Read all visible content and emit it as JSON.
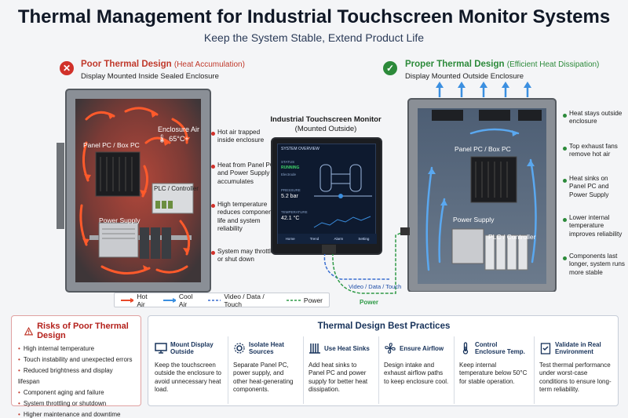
{
  "header": {
    "title": "Thermal Management for Industrial Touchscreen Monitor Systems",
    "subtitle": "Keep the System Stable, Extend Product Life"
  },
  "poor": {
    "heading_main": "Poor Thermal Design",
    "heading_note": "(Heat Accumulation)",
    "subheading": "Display Mounted Inside Sealed Enclosure",
    "enclosure_air_label": "Enclosure Air",
    "enclosure_air_temp": "65°C+",
    "panel_pc": "Panel PC / Box PC",
    "plc": "PLC / Controller",
    "power_supply": "Power Supply",
    "callouts": [
      "Hot air trapped\ninside enclosure",
      "Heat from Panel PC\nand Power Supply\naccumulates",
      "High temperature\nreduces component\nlife and system\nreliability",
      "System may throttle\nor shut down"
    ]
  },
  "monitor": {
    "title": "Industrial Touchscreen Monitor",
    "subtitle": "(Mounted Outside)",
    "screen_title": "SYSTEM OVERVIEW",
    "status_label": "STATUS",
    "status_value": "RUNNING",
    "sub_status": "Electrode",
    "pressure_label": "PRESSURE",
    "pressure_value": "5.2 bar",
    "temp_label": "TEMPERATURE",
    "temp_value": "42.1 °C",
    "nav": [
      "Home",
      "Trend",
      "Alarm",
      "Setting"
    ],
    "cable_label": "Video / Data / Touch",
    "power_label": "Power"
  },
  "proper": {
    "heading_main": "Proper Thermal Design",
    "heading_note": "(Efficient Heat Dissipation)",
    "subheading": "Display Mounted Outside Enclosure",
    "panel_pc": "Panel PC / Box PC",
    "plc": "PLC / Controller",
    "power_supply": "Power Supply",
    "callouts": [
      "Heat stays outside\nenclosure",
      "Top exhaust fans\nremove hot air",
      "Heat sinks on\nPanel PC and\nPower Supply",
      "Lower internal\ntemperature\nimproves reliability",
      "Components last\nlonger, system runs\nmore stable"
    ]
  },
  "legend": {
    "hot_air": "Hot Air",
    "cool_air": "Cool Air",
    "video": "Video / Data / Touch",
    "power": "Power"
  },
  "risks": {
    "title": "Risks of Poor Thermal Design",
    "items": [
      "High internal temperature",
      "Touch instability and unexpected errors",
      "Reduced brightness and display lifespan",
      "Component aging and failure",
      "System throttling or shutdown",
      "Higher maintenance and downtime"
    ]
  },
  "best_practices": {
    "title": "Thermal Design Best Practices",
    "items": [
      {
        "icon": "monitor-icon",
        "title": "Mount Display Outside",
        "desc": "Keep the touchscreen outside the enclosure to avoid unnecessary heat load."
      },
      {
        "icon": "gear-icon",
        "title": "Isolate Heat Sources",
        "desc": "Separate Panel PC, power supply, and other heat-generating components."
      },
      {
        "icon": "heat-sink-icon",
        "title": "Use Heat Sinks",
        "desc": "Add heat sinks to Panel PC and power supply for better heat dissipation."
      },
      {
        "icon": "fan-icon",
        "title": "Ensure Airflow",
        "desc": "Design intake and exhaust airflow paths to keep enclosure cool."
      },
      {
        "icon": "thermometer-icon",
        "title": "Control Enclosure Temp.",
        "desc": "Keep internal temperature below 50°C for stable operation."
      },
      {
        "icon": "checklist-icon",
        "title": "Validate in Real Environment",
        "desc": "Test thermal performance under worst-case conditions to ensure long-term reliability."
      }
    ]
  },
  "colors": {
    "hot": "#e8492a",
    "cool": "#3b8fe0",
    "power": "#2e9a46",
    "poor_red": "#c0392b",
    "proper_green": "#2c8a3a",
    "navy": "#17325a"
  }
}
